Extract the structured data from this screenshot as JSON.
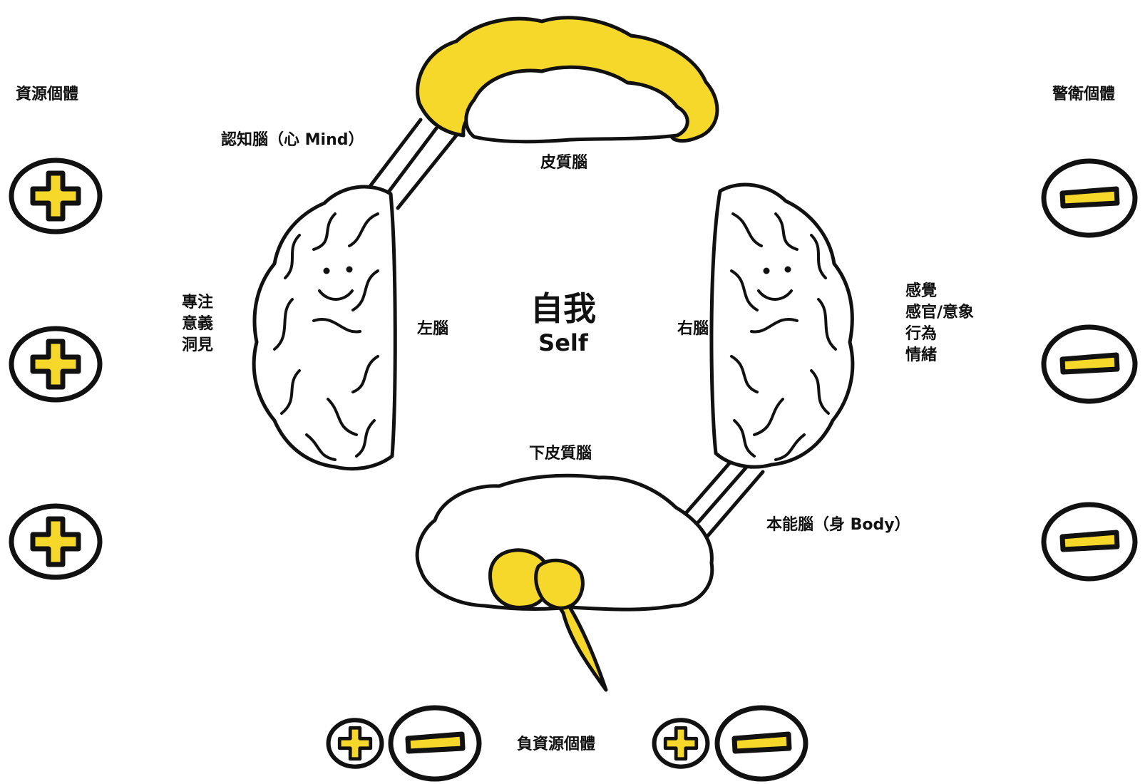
{
  "diagram": {
    "center": {
      "zh": "自我",
      "en": "Self"
    },
    "cortex": {
      "label": "皮質腦",
      "mind_label": "認知腦（心 Mind）"
    },
    "left_brain": {
      "label": "左腦",
      "functions": [
        "專注",
        "意義",
        "洞見"
      ]
    },
    "right_brain": {
      "label": "右腦",
      "functions": [
        "感覺",
        "感官/意象",
        "行為",
        "情緒"
      ]
    },
    "subcortex": {
      "label": "下皮質腦",
      "body_label": "本能腦（身 Body）"
    },
    "resource_individual": {
      "label": "資源個體",
      "symbol": "plus-icon",
      "count": 3
    },
    "guard_individual": {
      "label": "警衛個體",
      "symbol": "minus-icon",
      "count": 3
    },
    "negative_resource_individual": {
      "label": "負資源個體",
      "pairs": 2
    }
  },
  "colors": {
    "accent_yellow": "#F5D82A",
    "outline": "#111111",
    "background": "#FFFFFF"
  }
}
